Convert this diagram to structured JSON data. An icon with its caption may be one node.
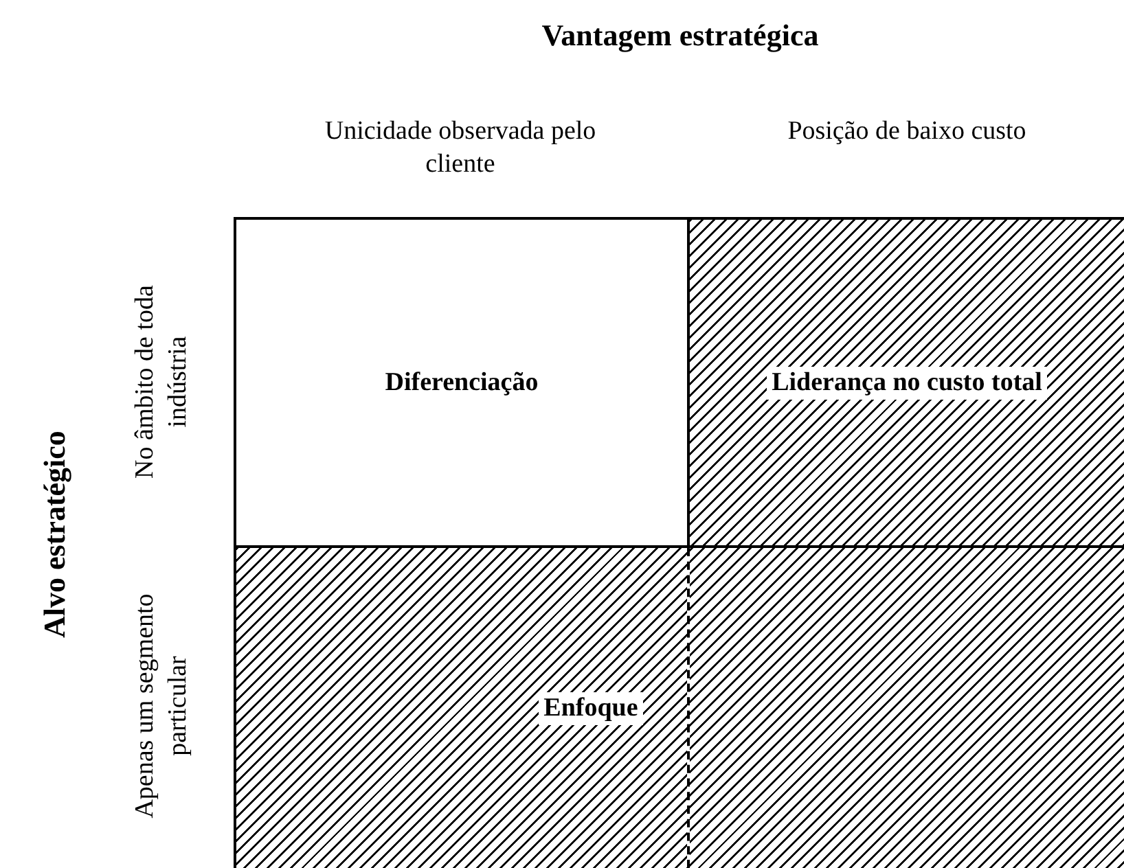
{
  "diagram": {
    "nodes": [
      {
        "text": [
          "Diferenciação"
        ]
      },
      {
        "text": [
          "Liderança no custo total"
        ]
      },
      {
        "text": [
          "Enfoque"
        ]
      }
    ],
    "labels": [
      "Vantagem estratégica",
      "Unicidade observada pelo cliente",
      "Posição de baixo custo",
      "Alvo estratégico",
      "No âmbito de toda indústria",
      "Apenas um segmento particular"
    ]
  }
}
